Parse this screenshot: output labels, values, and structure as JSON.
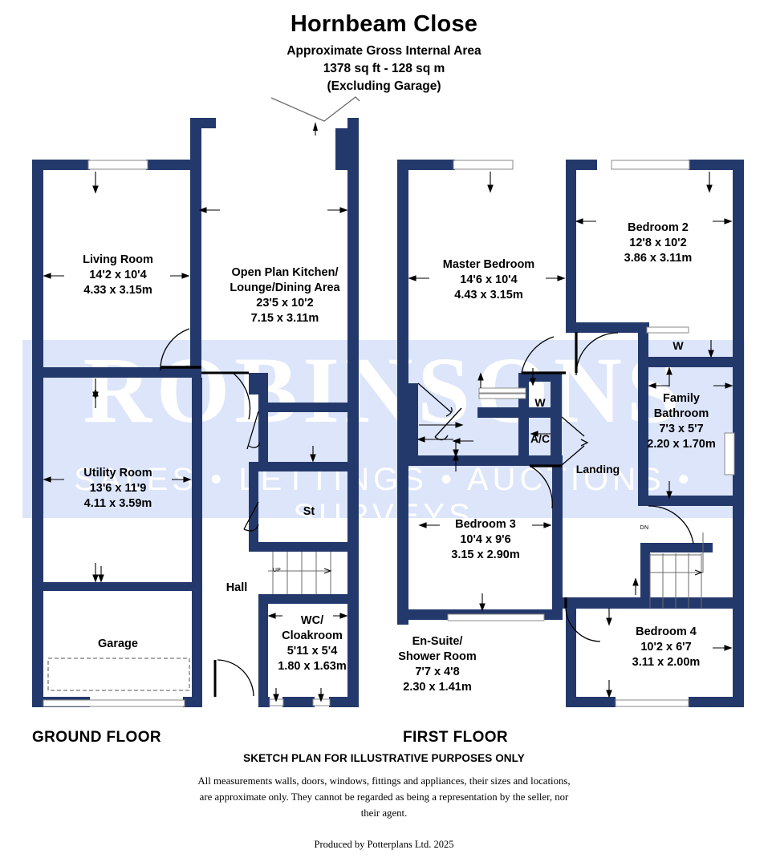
{
  "header": {
    "title": "Hornbeam Close",
    "line1": "Approximate Gross Internal Area",
    "line2": "1378 sq ft - 128 sq m",
    "line3": "(Excluding Garage)"
  },
  "watermark": {
    "brand": "ROBINSONS",
    "services": "SALES • LETTINGS • AUCTIONS • SURVEYS",
    "band_color": "#dce5fa",
    "text_color": "#ffffff"
  },
  "colors": {
    "wall": "#24396b",
    "window": "#ffffff",
    "window_stroke": "#8a8a8a",
    "text": "#000000",
    "background": "#ffffff"
  },
  "floors": [
    {
      "caption": "GROUND FLOOR"
    },
    {
      "caption": "FIRST FLOOR"
    }
  ],
  "ground_floor": {
    "caption": "GROUND FLOOR",
    "rooms": [
      {
        "name": "Living Room",
        "imperial": "14'2 x 10'4",
        "metric": "4.33 x 3.15m"
      },
      {
        "name": "Open Plan Kitchen/",
        "name2": "Lounge/Dining Area",
        "imperial": "23'5 x 10'2",
        "metric": "7.15 x 3.11m"
      },
      {
        "name": "Utility Room",
        "imperial": "13'6 x 11'9",
        "metric": "4.11 x 3.59m"
      },
      {
        "name": "Garage",
        "imperial": "",
        "metric": ""
      },
      {
        "name": "Hall",
        "imperial": "",
        "metric": ""
      },
      {
        "name": "St",
        "imperial": "",
        "metric": ""
      },
      {
        "name": "WC/",
        "name2": "Cloakroom",
        "imperial": "5'11 x 5'4",
        "metric": "1.80 x 1.63m"
      }
    ],
    "stair_labels": [
      "UP"
    ]
  },
  "first_floor": {
    "caption": "FIRST FLOOR",
    "rooms": [
      {
        "name": "Master Bedroom",
        "imperial": "14'6 x 10'4",
        "metric": "4.43 x 3.15m"
      },
      {
        "name": "Bedroom 2",
        "imperial": "12'8 x 10'2",
        "metric": "3.86 x 3.11m"
      },
      {
        "name": "Family",
        "name2": "Bathroom",
        "imperial": "7'3 x 5'7",
        "metric": "2.20 x 1.70m"
      },
      {
        "name": "Bedroom 3",
        "imperial": "10'4 x 9'6",
        "metric": "3.15 x 2.90m"
      },
      {
        "name": "Bedroom 4",
        "imperial": "10'2 x 6'7",
        "metric": "3.11 x 2.00m"
      },
      {
        "name": "En-Suite/",
        "name2": "Shower Room",
        "imperial": "7'7 x 4'8",
        "metric": "2.30 x 1.41m"
      },
      {
        "name": "Landing",
        "imperial": "",
        "metric": ""
      },
      {
        "name": "A/C",
        "imperial": "",
        "metric": ""
      },
      {
        "name": "W",
        "imperial": "",
        "metric": ""
      },
      {
        "name": "W",
        "imperial": "",
        "metric": ""
      }
    ],
    "stair_labels": [
      "DN"
    ]
  },
  "footer": {
    "heading": "SKETCH PLAN FOR ILLUSTRATIVE PURPOSES ONLY",
    "body": "All measurements walls, doors, windows, fittings and appliances, their sizes and locations, are approximate only. They cannot be regarded as being a representation by the seller, nor their agent.",
    "produced": "Produced by Potterplans Ltd. 2025"
  },
  "labels": {
    "living_room": "Living Room",
    "living_room_imp": "14'2 x 10'4",
    "living_room_met": "4.33 x 3.15m",
    "kitchen_l1": "Open Plan Kitchen/",
    "kitchen_l2": "Lounge/Dining Area",
    "kitchen_imp": "23'5 x 10'2",
    "kitchen_met": "7.15 x 3.11m",
    "utility": "Utility Room",
    "utility_imp": "13'6 x 11'9",
    "utility_met": "4.11 x 3.59m",
    "garage": "Garage",
    "hall": "Hall",
    "st": "St",
    "up": "UP",
    "dn": "DN",
    "wc_l1": "WC/",
    "wc_l2": "Cloakroom",
    "wc_imp": "5'11 x 5'4",
    "wc_met": "1.80 x 1.63m",
    "master": "Master Bedroom",
    "master_imp": "14'6 x 10'4",
    "master_met": "4.43 x 3.15m",
    "bed2": "Bedroom 2",
    "bed2_imp": "12'8 x 10'2",
    "bed2_met": "3.86 x 3.11m",
    "bath_l1": "Family",
    "bath_l2": "Bathroom",
    "bath_imp": "7'3 x 5'7",
    "bath_met": "2.20 x 1.70m",
    "bed3": "Bedroom 3",
    "bed3_imp": "10'4 x 9'6",
    "bed3_met": "3.15 x 2.90m",
    "bed4": "Bedroom 4",
    "bed4_imp": "10'2 x 6'7",
    "bed4_met": "3.11 x 2.00m",
    "ensuite_l1": "En-Suite/",
    "ensuite_l2": "Shower Room",
    "ensuite_imp": "7'7 x 4'8",
    "ensuite_met": "2.30 x 1.41m",
    "landing": "Landing",
    "ac": "A/C",
    "w_upper": "W",
    "w_lower": "W"
  }
}
